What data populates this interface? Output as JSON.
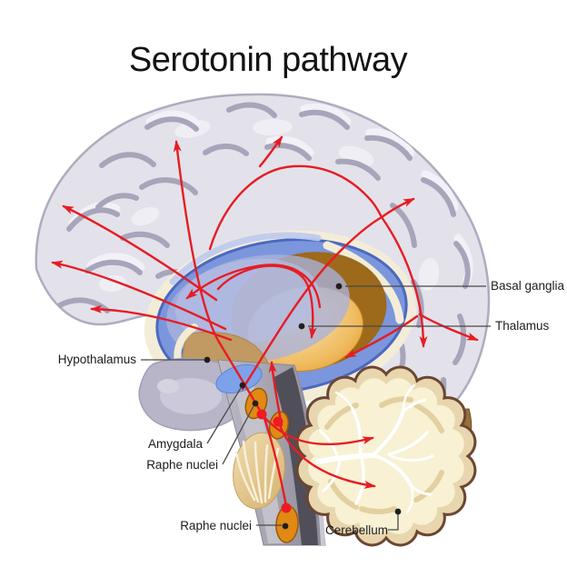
{
  "title": "Serotonin pathway",
  "labels": {
    "basal_ganglia": "Basal ganglia",
    "thalamus": "Thalamus",
    "hypothalamus": "Hypothalamus",
    "amygdala": "Amygdala",
    "raphe_nuclei_mid": "Raphe nuclei",
    "raphe_nuclei_lower": "Raphe nuclei",
    "cerebellum": "Cerebellum"
  },
  "colors": {
    "pathway_red": "#e71c23",
    "basal_ganglia_blue": "#7b96dc",
    "thalamus_orange": "#e9a93f",
    "raphe_orange": "#e08a15",
    "cerebellum_cream": "#f8f1d3",
    "cortex_gray": "#e2e1ea",
    "label_black": "#1c1c1c"
  }
}
